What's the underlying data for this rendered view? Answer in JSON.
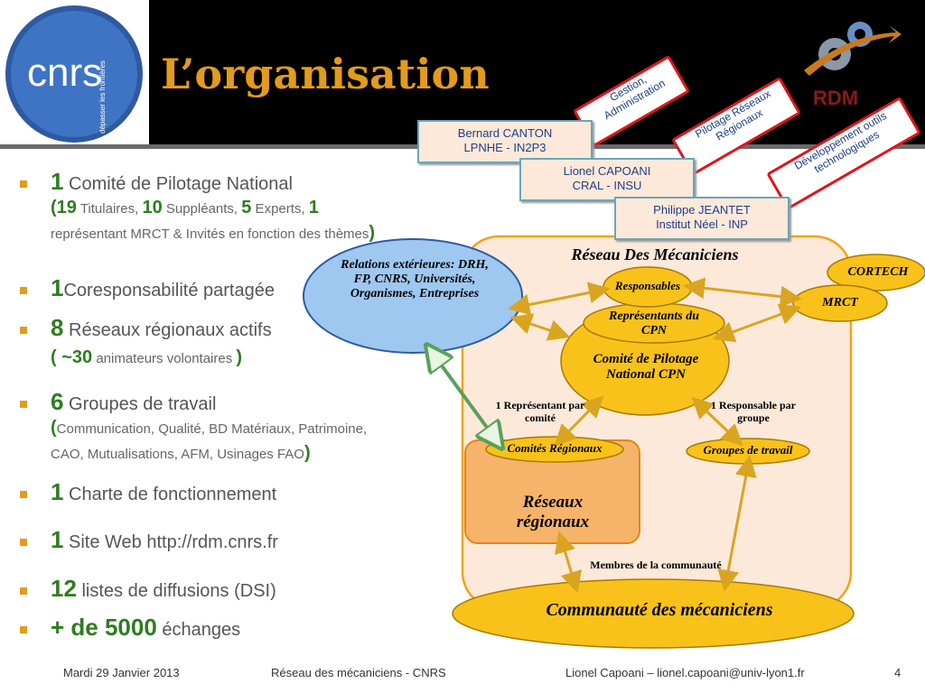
{
  "logo": {
    "text": "cnrs",
    "tagline": "dépasser les frontières"
  },
  "title": "L’organisation",
  "rdm_logo": "RDM",
  "tags": [
    {
      "text": "Gestion, Administration"
    },
    {
      "text": "Pilotage Réseaux Régionaux"
    },
    {
      "text": "Développement outils technologiques"
    }
  ],
  "persons": [
    {
      "name": "Bernard CANTON",
      "affil": "LPNHE - IN2P3"
    },
    {
      "name": "Lionel CAPOANI",
      "affil": "CRAL - INSU"
    },
    {
      "name": "Philippe JEANTET",
      "affil": "Institut Néel - INP"
    }
  ],
  "bullets": [
    {
      "num": "1",
      "text": " Comité de Pilotage National",
      "detail": {
        "open": "(",
        "n1": "19",
        "t1": " Titulaires, ",
        "n2": "10",
        "t2": " Suppléants, ",
        "n3": "5",
        "t3": " Experts, ",
        "n4": "1",
        "t4": " représentant MRCT &  Invités en fonction des thèmes",
        "close": ")"
      }
    },
    {
      "num": "1",
      "text": "Coresponsabilité partagée"
    },
    {
      "num": "8",
      "text": " Réseaux régionaux actifs",
      "detail": {
        "open": "( ~",
        "n1": "30",
        "t1": " animateurs volontaires ",
        "close": ")"
      }
    },
    {
      "num": "6",
      "text": "  Groupes de travail",
      "detail": {
        "open": "(",
        "t1": "Communication, Qualité, BD Matériaux, Patrimoine, CAO, Mutualisations, AFM, Usinages FAO",
        "close": ")"
      }
    },
    {
      "num": "1",
      "text": " Charte de fonctionnement"
    },
    {
      "num": "1",
      "text": " Site Web http://rdm.cnrs.fr"
    },
    {
      "num": "12",
      "text": " listes de diffusions (DSI)"
    },
    {
      "num": "+ de 5000",
      "text": " échanges"
    }
  ],
  "diagram": {
    "network_title": "Réseau Des Mécaniciens",
    "relations": "Relations extérieures: DRH, FP, CNRS, Universités, Organismes, Entreprises",
    "responsables": "Responsables",
    "representants": "Représentants du CPN",
    "cpn": "Comité de Pilotage National CPN",
    "cortech": "CORTECH",
    "mrct": "MRCT",
    "rep_comite": "1 Représentant par comité",
    "resp_groupe": "1 Responsable par groupe",
    "comites": "Comités Régionaux",
    "groupes": "Groupes de travail",
    "reseaux": "Réseaux régionaux",
    "membres": "Membres de la communauté",
    "communaute": "Communauté des mécaniciens"
  },
  "footer": {
    "date": "Mardi 29 Janvier 2013",
    "center": "Réseau des mécaniciens - CNRS",
    "author": "Lionel Capoani – lionel.capoani@univ-lyon1.fr",
    "page": "4"
  },
  "colors": {
    "title": "#e39b1b",
    "numbers": "#2e7d1f",
    "tag_border": "#e0151b",
    "network_fill": "#fde9d9",
    "network_border": "#f2a21b",
    "gold": "#f9c21a"
  }
}
